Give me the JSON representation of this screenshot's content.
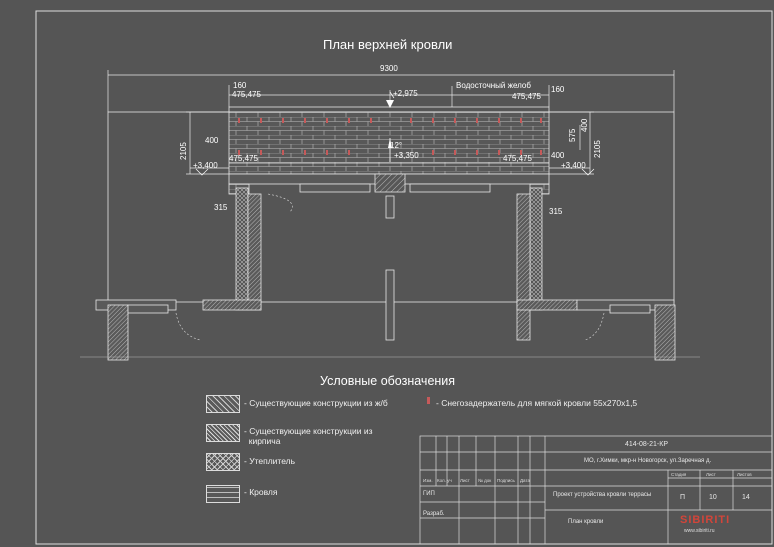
{
  "drawing": {
    "title": "План верхней кровли",
    "dims": {
      "overall": "9300",
      "d160_left": "160",
      "d475_top_left": "475,475",
      "gutter": "Водосточный желоб",
      "d475_top_right": "475,475",
      "d160_right": "160",
      "elev_2975": "+2,975",
      "d400_left": "400",
      "slope": "12°",
      "d2105_left": "2105",
      "elev_3400_left": "+3,400",
      "d475_bot_left": "475,475",
      "elev_3350": "+3,350",
      "d475_bot_right": "475,475",
      "d400_right": "400",
      "elev_3400_right": "+3,400",
      "d575": "575",
      "d400_vert": "400",
      "d2105_right": "2105",
      "d315_left": "315",
      "d315_right": "315"
    }
  },
  "legend": {
    "title": "Условные обозначения",
    "items": [
      "- Существующие конструкции из ж/б",
      "- Существующие конструкции из\n  кирпича",
      "- Утеплитель",
      "- Кровля"
    ],
    "snow_guard": "- Снегозадержатель для мягкой кровли 55х270х1,5"
  },
  "title_block": {
    "code": "414-08-21-КР",
    "address": "МО, г.Химки, мкр-н Новогорск, ул.Заречная д.",
    "project": "Проект устройства кровли террасы",
    "sheet_name": "План кровли",
    "stage_label": "Стадия",
    "sheet_label": "Лист",
    "sheets_label": "Листов",
    "stage": "П",
    "sheet": "10",
    "sheets": "14",
    "col_headers": [
      "Изм.",
      "Кол. уч",
      "Лист",
      "№ док",
      "Подпись",
      "Дата"
    ],
    "row_gip": "ГИП",
    "row_dev": "Разраб.",
    "logo": "SIBIRITI",
    "logo_sub": "www.sibiriti.ru"
  }
}
